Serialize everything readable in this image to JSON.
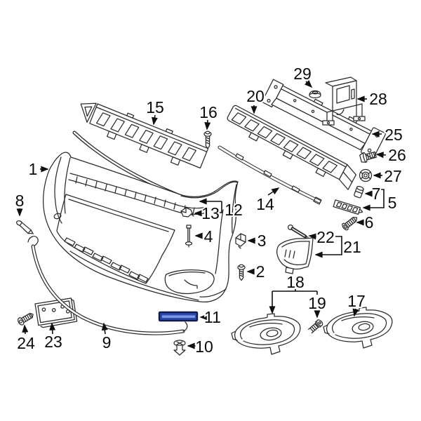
{
  "diagram": {
    "background": "#ffffff",
    "line_color": "#2a2a2a",
    "callout_color": "#0a0a0a",
    "highlight": {
      "callout": "11",
      "fill": "#2e4aa8",
      "stripe": "#7d9bea",
      "border": "#111c4e"
    },
    "callouts": {
      "n1": "1",
      "n2": "2",
      "n3": "3",
      "n4": "4",
      "n5": "5",
      "n6": "6",
      "n7": "7",
      "n8": "8",
      "n9": "9",
      "n10": "10",
      "n11": "11",
      "n12": "12",
      "n13": "13",
      "n14": "14",
      "n15": "15",
      "n16": "16",
      "n17": "17",
      "n18": "18",
      "n19": "19",
      "n20": "20",
      "n21": "21",
      "n22": "22",
      "n23": "23",
      "n24": "24",
      "n25": "25",
      "n26": "26",
      "n27": "27",
      "n28": "28",
      "n29": "29"
    }
  }
}
